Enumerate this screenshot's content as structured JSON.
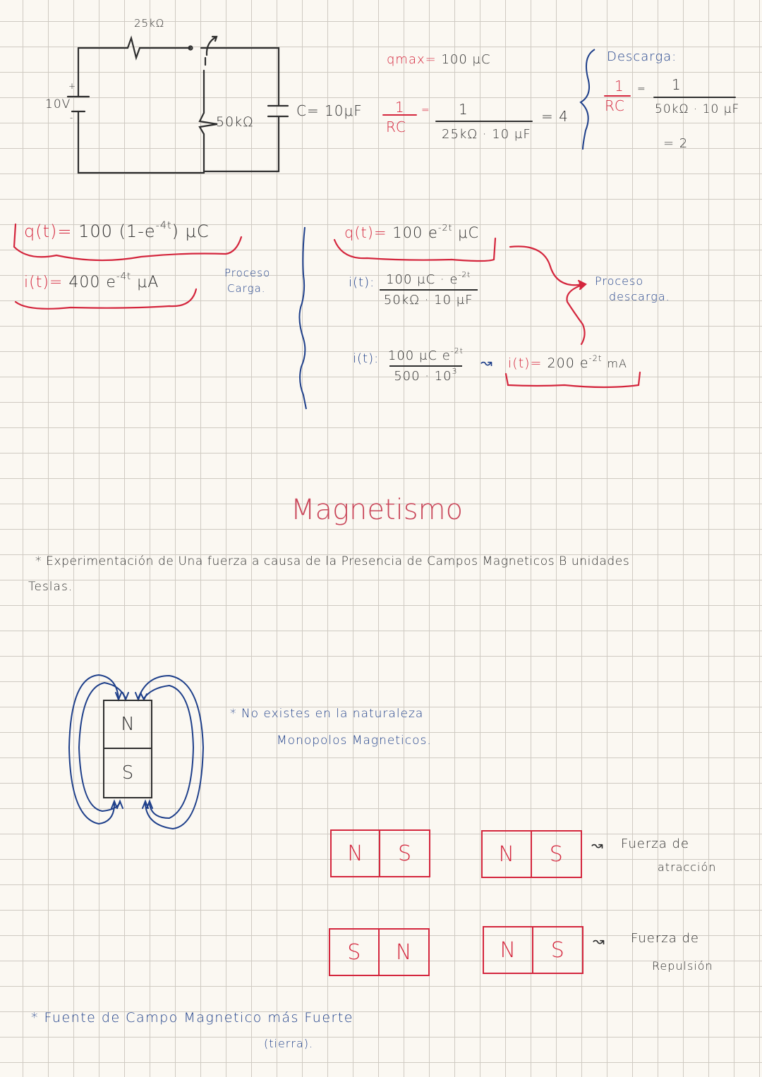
{
  "colors": {
    "paper": "#fbf8f2",
    "grid": "#cfcac2",
    "black_ink": "#2e2e2e",
    "red_ink": "#d4263d",
    "blue_ink": "#1e3f8a",
    "title_red": "#c9475a"
  },
  "circuit": {
    "source_label": "10V",
    "plus_sign": "+",
    "minus_sign": "-",
    "r1_label": "25kΩ",
    "r2_label": "50kΩ",
    "capacitor_label": "C= 10μF"
  },
  "charge_calc": {
    "qmax_label": "qmax=",
    "qmax_value": "100 μC",
    "ratio_num": "1",
    "ratio_den": "RC",
    "equals": "=",
    "frac_num": "1",
    "frac_den": "25kΩ · 10 μF",
    "result": "= 4"
  },
  "discharge_calc": {
    "heading": "Descarga:",
    "ratio_num": "1",
    "ratio_den": "RC",
    "equals": "=",
    "frac_num": "1",
    "frac_den": "50kΩ · 10 μF",
    "result": "= 2"
  },
  "charging": {
    "q_label": "q(t)=",
    "q_expr": "100 (1-e",
    "q_exp": "-4t",
    "q_tail": ") μC",
    "i_label": "i(t)=",
    "i_expr": "400 e",
    "i_exp": "-4t",
    "i_tail": "μA",
    "note_line1": "Proceso",
    "note_line2": "Carga."
  },
  "discharging": {
    "q_label": "q(t)=",
    "q_expr": "100 e",
    "q_exp": "-2t",
    "q_tail": "μC",
    "i1_label": "i(t):",
    "i1_num": "100 μC · e",
    "i1_num_exp": "-2t",
    "i1_den": "50kΩ · 10 μF",
    "i2_label": "i(t):",
    "i2_num": "100 μC e",
    "i2_num_exp": "-2t",
    "i2_den": "500 · 10",
    "i2_den_exp": "3",
    "approx": "↝",
    "i3_label": "i(t)=",
    "i3_expr": "200 e",
    "i3_exp": "-2t",
    "i3_tail": "mA",
    "note_line1": "Proceso",
    "note_line2": "descarga."
  },
  "magnetism": {
    "title": "Magnetismo",
    "bullet1_line1": "* Experimentación de Una fuerza a causa de la Presencia de Campos Magneticos B unidades",
    "bullet1_line2": "Teslas.",
    "bar_magnet": {
      "top": "N",
      "bottom": "S"
    },
    "bullet2_line1": "* No existes en la naturaleza",
    "bullet2_line2": "Monopolos Magneticos.",
    "pairs": [
      {
        "left": [
          "N",
          "S"
        ],
        "right": [
          "N",
          "S"
        ],
        "label_line1": "Fuerza de",
        "label_line2": "atracción"
      },
      {
        "left": [
          "S",
          "N"
        ],
        "right": [
          "N",
          "S"
        ],
        "label_line1": "Fuerza de",
        "label_line2": "Repulsión"
      }
    ],
    "arrow_glyph": "↝",
    "bullet3_line1": "* Fuente de Campo Magnetico más Fuerte",
    "bullet3_line2": "(tierra)."
  }
}
